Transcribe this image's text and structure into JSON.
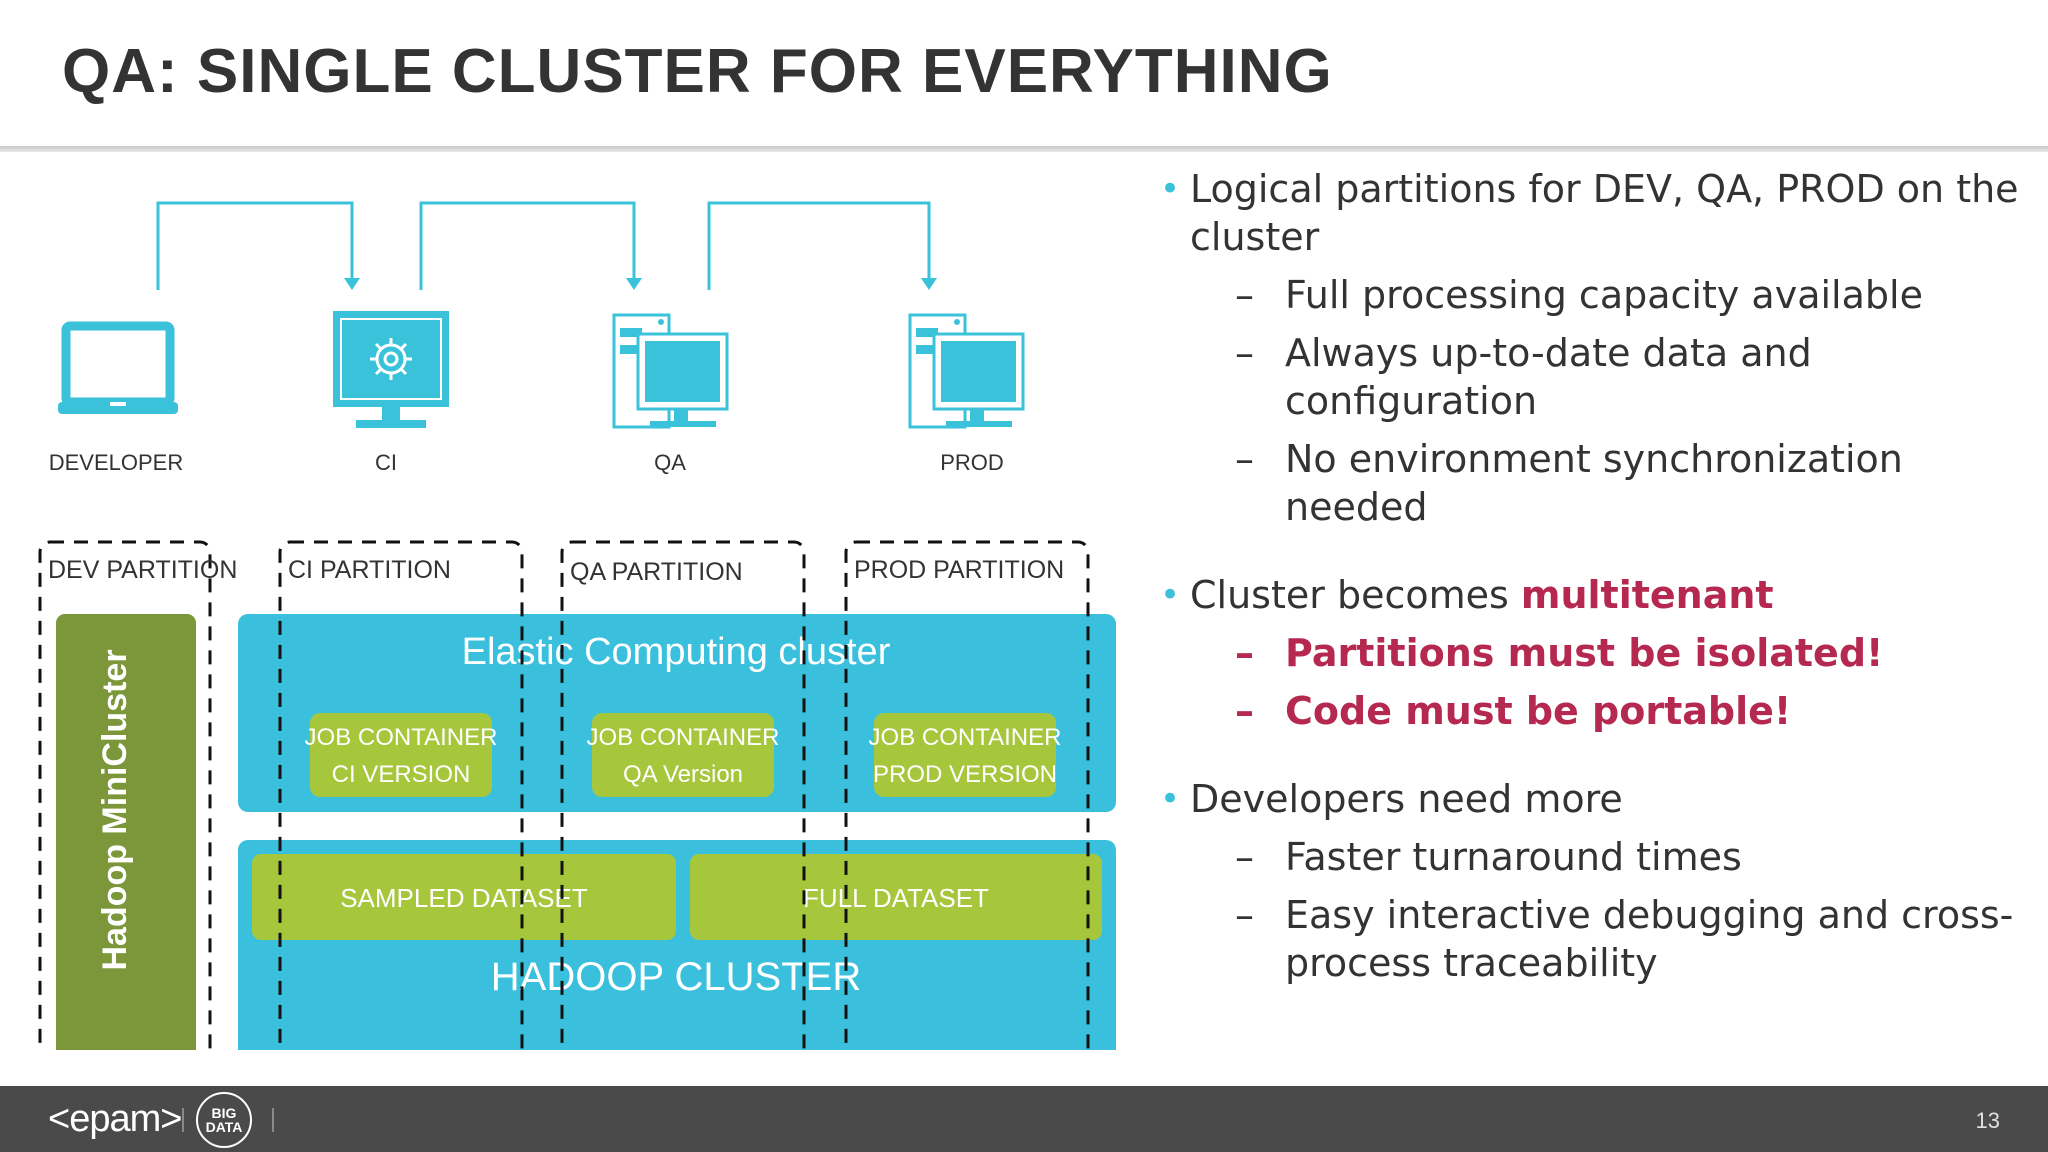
{
  "slide": {
    "title": "QA: SINGLE CLUSTER FOR EVERYTHING",
    "page_number": "13"
  },
  "colors": {
    "accent": "#39c2da",
    "cluster": "#3ac0dc",
    "green_light": "#a6c63c",
    "green_dark": "#7b973a",
    "highlight": "#b5284f",
    "footer": "#4a4a4a"
  },
  "diagram": {
    "machines": [
      {
        "label": "DEVELOPER",
        "icon": "laptop-icon"
      },
      {
        "label": "CI",
        "icon": "gear-monitor-icon"
      },
      {
        "label": "QA",
        "icon": "workstation-icon"
      },
      {
        "label": "PROD",
        "icon": "workstation-icon"
      }
    ],
    "partitions": [
      "DEV PARTITION",
      "CI PARTITION",
      "QA PARTITION",
      "PROD PARTITION"
    ],
    "minicluster_label": "Hadoop MiniCluster",
    "elastic_label": "Elastic Computing cluster",
    "job_containers": [
      {
        "line1": "JOB CONTAINER",
        "line2": "CI VERSION"
      },
      {
        "line1": "JOB CONTAINER",
        "line2": "QA Version"
      },
      {
        "line1": "JOB CONTAINER",
        "line2": "PROD VERSION"
      }
    ],
    "datasets": [
      "SAMPLED DATASET",
      "FULL DATASET"
    ],
    "hadoop_label": "HADOOP CLUSTER"
  },
  "bullets": {
    "b1": "Logical partitions for DEV, QA, PROD on the cluster",
    "b1_sub": [
      "Full processing capacity available",
      "Always up-to-date data and configuration",
      "No environment synchronization needed"
    ],
    "b2_prefix": "Cluster becomes ",
    "b2_highlight": "multitenant",
    "b2_sub": [
      "Partitions must be isolated!",
      "Code must be portable!"
    ],
    "b3": "Developers need more",
    "b3_sub": [
      "Faster turnaround times",
      "Easy interactive debugging and cross-process traceability"
    ]
  },
  "footer": {
    "logo": "<epam>",
    "logo2_line1": "BIG",
    "logo2_line2": "DATA"
  }
}
